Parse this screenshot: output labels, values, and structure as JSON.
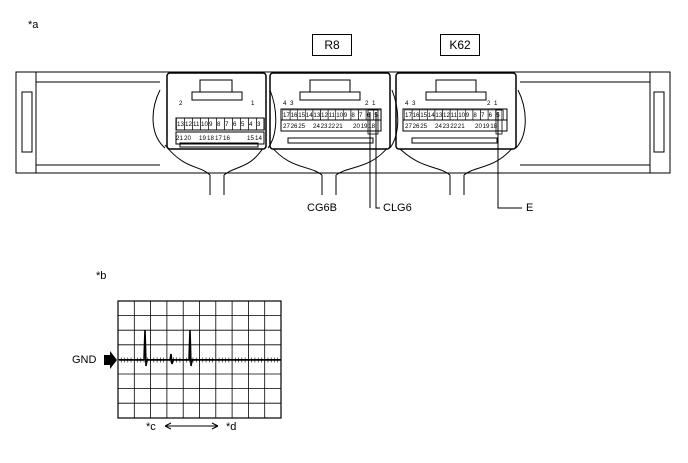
{
  "figure_a": {
    "label": "*a",
    "connector_left_label": "R8",
    "connector_right_label": "K62",
    "terminal_labels": {
      "cg6b": "CG6B",
      "clg6": "CLG6",
      "e": "E"
    },
    "connector1": {
      "top_pins": [
        "2",
        "1"
      ],
      "row1": [
        "13",
        "12",
        "11",
        "10",
        "9",
        "8",
        "7",
        "6",
        "5",
        "4",
        "3"
      ],
      "row2": [
        "21",
        "20",
        "19",
        "18",
        "17",
        "16",
        "15",
        "14"
      ]
    },
    "connector2": {
      "top_pins": [
        "4",
        "3",
        "2",
        "1"
      ],
      "row1": [
        "17",
        "16",
        "15",
        "14",
        "13",
        "12",
        "11",
        "10",
        "9",
        "8",
        "7",
        "6",
        "5"
      ],
      "row2": [
        "27",
        "26",
        "25",
        "24",
        "23",
        "22",
        "21",
        "20",
        "19",
        "18"
      ]
    },
    "connector3": {
      "top_pins": [
        "4",
        "3",
        "2",
        "1"
      ],
      "row1": [
        "17",
        "16",
        "15",
        "14",
        "13",
        "12",
        "11",
        "10",
        "9",
        "8",
        "7",
        "6",
        "5"
      ],
      "row2": [
        "27",
        "26",
        "25",
        "24",
        "23",
        "22",
        "21",
        "20",
        "19",
        "18"
      ]
    }
  },
  "figure_b": {
    "label": "*b",
    "ground_label": "GND",
    "c_label": "*c",
    "d_label": "*d"
  }
}
